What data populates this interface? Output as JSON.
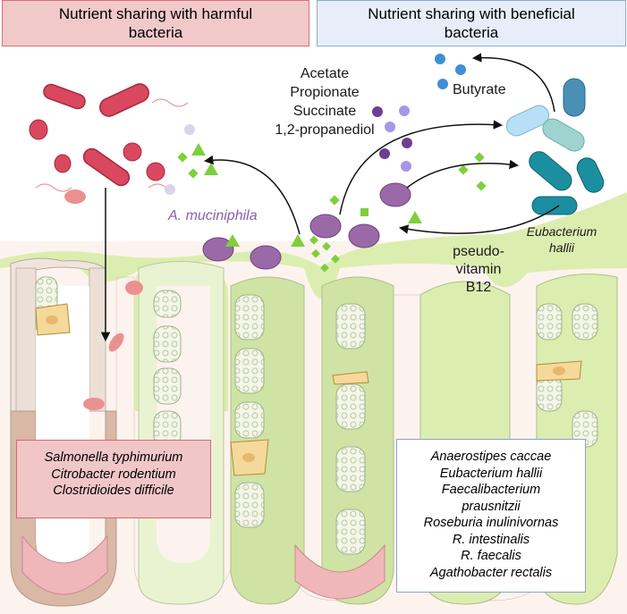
{
  "headers": {
    "harmful": "Nutrient sharing with harmful\nbacteria",
    "beneficial": "Nutrient sharing with beneficial\nbacteria"
  },
  "metabolites": [
    "Acetate",
    "Propionate",
    "Succinate",
    "1,2-propanediol"
  ],
  "butyrate_label": "Butyrate",
  "akkermansia_label": "A. muciniphila",
  "eubacterium_label": [
    "Eubacterium",
    "hallii"
  ],
  "vitamin_label": [
    "pseudo-",
    "vitamin",
    "B12"
  ],
  "harmful_species": [
    "Salmonella typhimurium",
    "Citrobacter rodentium",
    "Clostridioides difficile"
  ],
  "beneficial_species": [
    "Anaerostipes caccae",
    "Eubacterium hallii",
    "Faecalibacterium",
    "prausnitzii",
    "Roseburia inulinivornas",
    "R. intestinalis",
    "R. faecalis",
    "Agathobacter rectalis"
  ],
  "colors": {
    "harmful_fill": "#f2c9c9",
    "harmful_border": "#d9707a",
    "beneficial_fill": "#e7eefa",
    "beneficial_border": "#8fa8d4",
    "mucus": "#dcedb0",
    "akkermansia": "#9a6aa8",
    "pathogen": "#d9485f",
    "butyrate_dot": "#3f8fd6",
    "sugar_green": "#7fcf3a"
  }
}
